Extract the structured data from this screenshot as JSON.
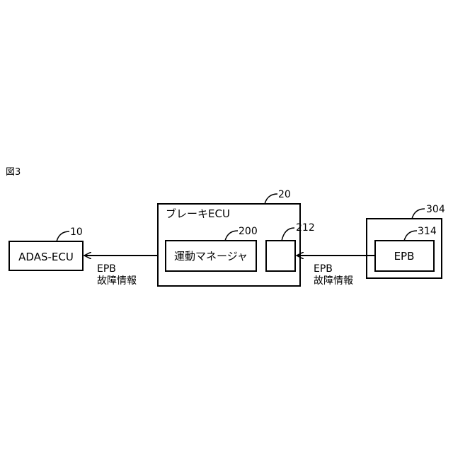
{
  "figure_label": "図3",
  "blocks": {
    "adas_ecu": {
      "label": "ADAS-ECU",
      "ref": "10"
    },
    "brake_ecu": {
      "label": "ブレーキECU",
      "ref": "20"
    },
    "motion_manager": {
      "label": "運動マネージャ",
      "ref": "200"
    },
    "unit_212": {
      "ref": "212"
    },
    "epb_outer": {
      "ref": "304"
    },
    "epb": {
      "label": "EPB",
      "ref": "314"
    }
  },
  "arrows": {
    "brake_to_adas": {
      "line1": "EPB",
      "line2": "故障情報"
    },
    "epb_to_brake": {
      "line1": "EPB",
      "line2": "故障情報"
    }
  }
}
